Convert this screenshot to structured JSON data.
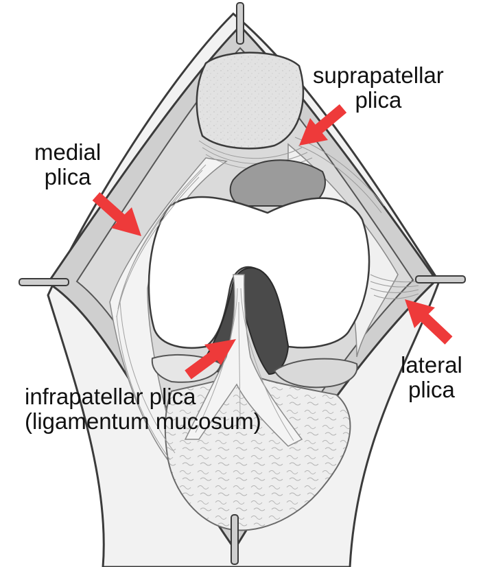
{
  "labels": {
    "suprapatellar": {
      "line1": "suprapatellar",
      "line2": "plica"
    },
    "medial": {
      "line1": "medial",
      "line2": "plica"
    },
    "lateral": {
      "line1": "lateral",
      "line2": "plica"
    },
    "infrapatellar": {
      "line1": "infrapatellar plica",
      "line2": "(ligamentum mucosum)"
    }
  },
  "colors": {
    "arrow": "#ee3a3a",
    "outline": "#3b3b3b",
    "skin": "#f2f2f2",
    "cavity": "#d8d8d8",
    "cartilage": "#ffffff",
    "notch": "#4a4a4a",
    "fat_pad": "#eeeeee",
    "patella": "#dcdcdc"
  },
  "icons": [
    "retractor-icon",
    "red-arrow-icon"
  ]
}
